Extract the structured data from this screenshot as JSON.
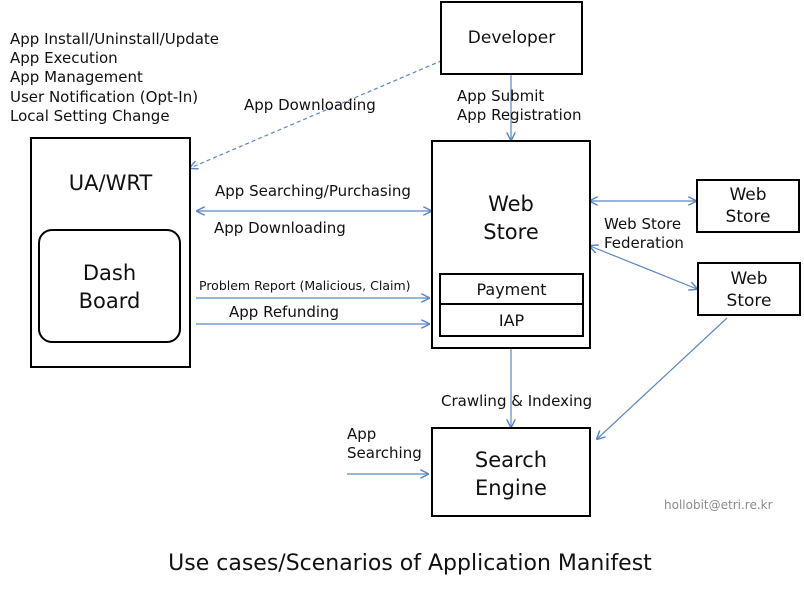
{
  "use_cases": [
    "App Install/Uninstall/Update",
    "App Execution",
    "App Management",
    "User Notification (Opt-In)",
    "Local Setting Change"
  ],
  "nodes": {
    "developer": "Developer",
    "ua_wrt": "UA/WRT",
    "dashboard": [
      "Dash",
      "Board"
    ],
    "web_store_main": [
      "Web",
      "Store"
    ],
    "payment": "Payment",
    "iap": "IAP",
    "web_store_1": [
      "Web",
      "Store"
    ],
    "web_store_2": [
      "Web",
      "Store"
    ],
    "search_engine": [
      "Search",
      "Engine"
    ]
  },
  "edges": {
    "app_downloading_dev": "App Downloading",
    "app_submit": [
      "App Submit",
      "App Registration"
    ],
    "app_searching_purchasing": "App Searching/Purchasing",
    "app_downloading": "App Downloading",
    "problem_report": "Problem Report (Malicious, Claim)",
    "app_refunding": "App Refunding",
    "federation": [
      "Web Store",
      "Federation"
    ],
    "crawling": "Crawling & Indexing",
    "app_searching": [
      "App",
      "Searching"
    ]
  },
  "credit": "hollobit@etri.re.kr",
  "caption": "Use cases/Scenarios of Application Manifest",
  "colors": {
    "arrow": "#5b86c5",
    "box_border": "#000000",
    "credit": "#8c8c8c"
  }
}
